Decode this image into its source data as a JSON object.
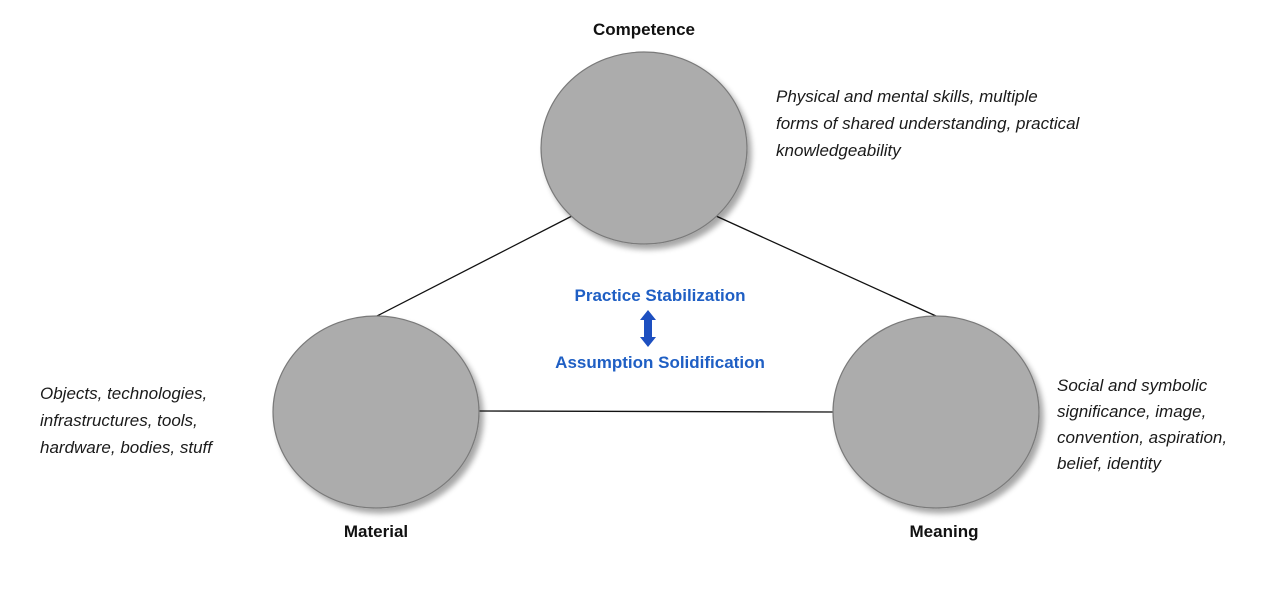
{
  "colors": {
    "node_fill": "#acacac",
    "node_stroke": "#7a7a7a",
    "edge": "#111111",
    "accent_blue": "#1f5fc4",
    "arrow_fill": "#1d4fc0"
  },
  "nodes": {
    "competence": {
      "title": "Competence",
      "description": [
        "Physical and mental skills, multiple",
        "forms of shared understanding, practical",
        "knowledgeability"
      ]
    },
    "material": {
      "title": "Material",
      "description": [
        "Objects, technologies,",
        "infrastructures, tools,",
        "hardware, bodies, stuff"
      ]
    },
    "meaning": {
      "title": "Meaning",
      "description": [
        "Social and symbolic",
        "significance, image,",
        "convention, aspiration,",
        "belief, identity"
      ]
    }
  },
  "center": {
    "top_label": "Practice Stabilization",
    "bottom_label": "Assumption Solidification",
    "arrow_icon": "double-headed-vertical-arrow"
  }
}
